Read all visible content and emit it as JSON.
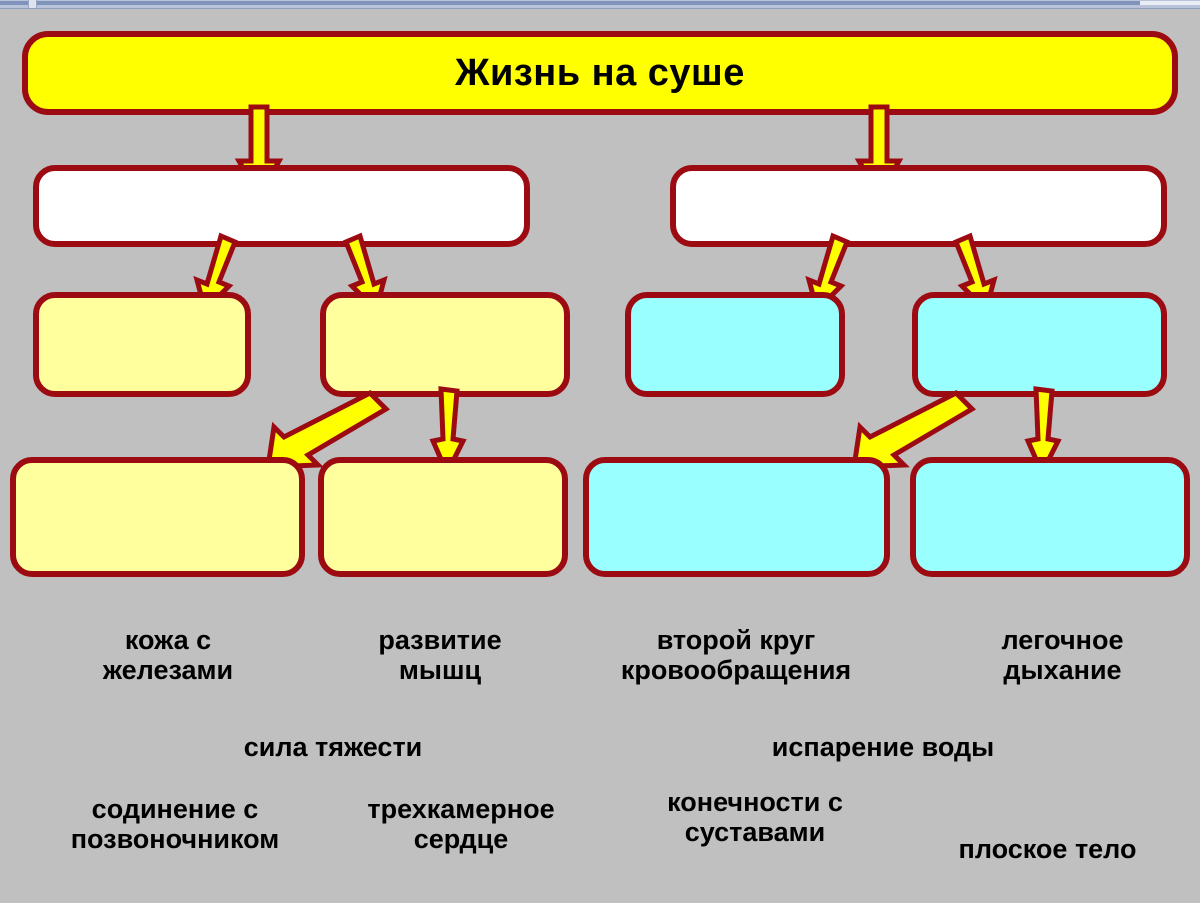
{
  "title": {
    "text": "Жизнь на суше"
  },
  "colors": {
    "background": "#c0c0c0",
    "outline": "#9c0b12",
    "title_fill": "#ffff00",
    "blank_fill": "#ffffff",
    "yellow_fill": "#ffff9e",
    "cyan_fill": "#99ffff",
    "arrow_fill": "#ffff00",
    "arrow_outline": "#9c0b12",
    "text": "#000000"
  },
  "diagram": {
    "rows": [
      {
        "name": "row-title",
        "boxes": [
          {
            "id": "title-box",
            "label": "Жизнь на суше",
            "fill": "title"
          }
        ]
      },
      {
        "name": "row-branches",
        "boxes": [
          {
            "id": "branch-left",
            "label": "",
            "fill": "blank"
          },
          {
            "id": "branch-right",
            "label": "",
            "fill": "blank"
          }
        ]
      },
      {
        "name": "row-causes",
        "boxes": [
          {
            "id": "cause-1",
            "label": "",
            "fill": "yellow"
          },
          {
            "id": "cause-2",
            "label": "",
            "fill": "yellow"
          },
          {
            "id": "cause-3",
            "label": "",
            "fill": "cyan"
          },
          {
            "id": "cause-4",
            "label": "",
            "fill": "cyan"
          }
        ]
      },
      {
        "name": "row-effects",
        "boxes": [
          {
            "id": "effect-1",
            "label": "",
            "fill": "yellow"
          },
          {
            "id": "effect-2",
            "label": "",
            "fill": "yellow"
          },
          {
            "id": "effect-3",
            "label": "",
            "fill": "cyan"
          },
          {
            "id": "effect-4",
            "label": "",
            "fill": "cyan"
          }
        ]
      }
    ]
  },
  "word_bank": {
    "rows": [
      {
        "name": "word-row-1",
        "items": [
          {
            "id": "word-skin-glands",
            "text": "кожа с\nжелезами"
          },
          {
            "id": "word-muscle-development",
            "text": "развитие\nмышц"
          },
          {
            "id": "word-second-circulation",
            "text": "второй круг\nкровообращения"
          },
          {
            "id": "word-lung-breathing",
            "text": "легочное\nдыхание"
          }
        ]
      },
      {
        "name": "word-row-2",
        "items": [
          {
            "id": "word-gravity",
            "text": "сила тяжести"
          },
          {
            "id": "word-water-evaporation",
            "text": "испарение воды"
          }
        ]
      },
      {
        "name": "word-row-3",
        "items": [
          {
            "id": "word-spine-connection",
            "text": "содинение с\nпозвоночником"
          },
          {
            "id": "word-three-chamber-heart",
            "text": "трехкамерное\nсердце"
          },
          {
            "id": "word-jointed-limbs",
            "text": "конечности с\nсуставами"
          },
          {
            "id": "word-flat-body",
            "text": "плоское тело"
          }
        ]
      }
    ]
  }
}
